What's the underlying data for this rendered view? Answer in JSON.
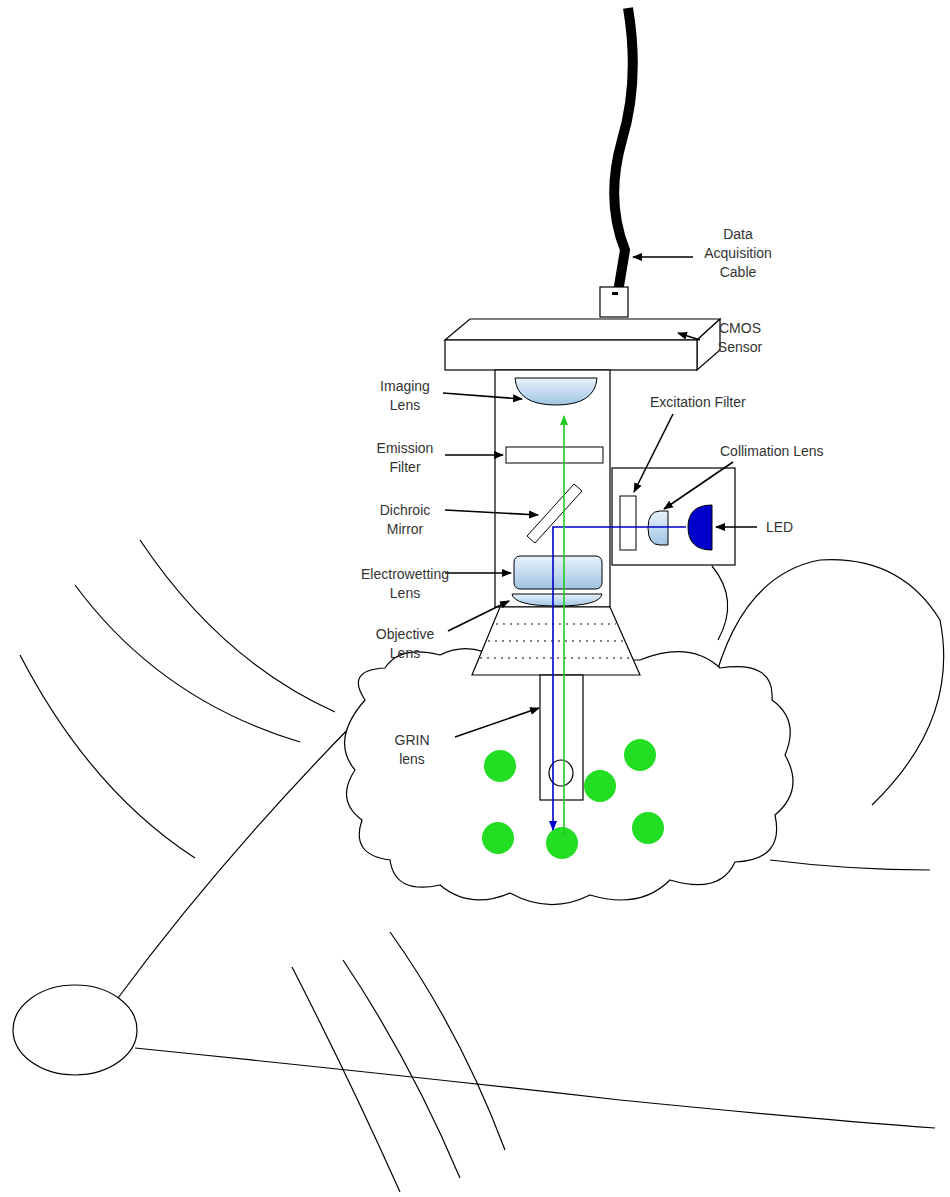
{
  "diagram": {
    "labels": [
      "Data Acquisition Cable",
      "CMOS Sensor",
      "Imaging Lens",
      "Excitation Filter",
      "Collimation Lens",
      "Emission Filter",
      "Dichroic Mirror",
      "LED",
      "Electrowetting Lens",
      "Objective Lens",
      "GRIN lens"
    ]
  }
}
